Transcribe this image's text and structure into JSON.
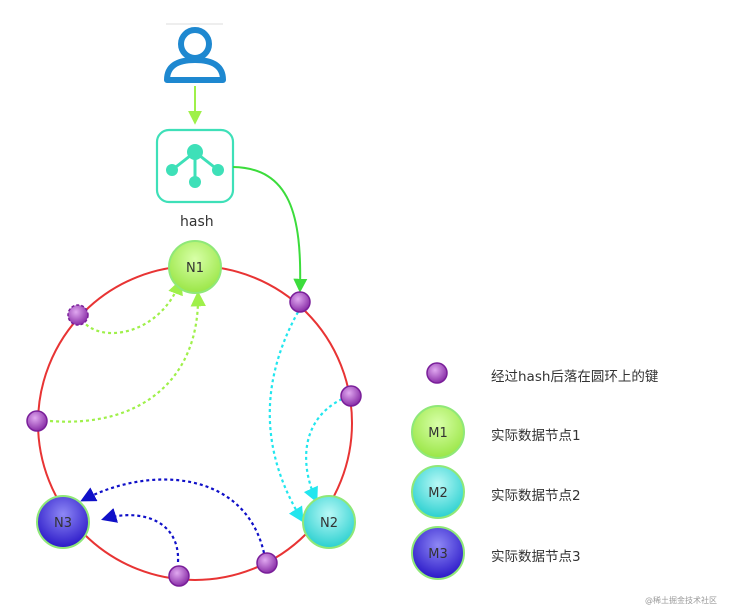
{
  "hash_label": "hash",
  "nodes": [
    {
      "label": "N1",
      "color": "#a8f04e"
    },
    {
      "label": "N2",
      "color": "#38d9d6"
    },
    {
      "label": "N3",
      "color": "#4b3fe0"
    }
  ],
  "legend": [
    {
      "symbol": "",
      "text": "经过hash后落在圆环上的键",
      "color": "#9b3fb5"
    },
    {
      "symbol": "M1",
      "text": "实际数据节点1",
      "color": "#a8f04e"
    },
    {
      "symbol": "M2",
      "text": "实际数据节点2",
      "color": "#38d9d6"
    },
    {
      "symbol": "M3",
      "text": "实际数据节点3",
      "color": "#4b3fe0"
    }
  ],
  "watermark": "@稀土掘金技术社区",
  "colors": {
    "ring": "#e83434",
    "user_icon": "#1e88d0",
    "hash_icon": "#3ee0b8",
    "arrow_green_light": "#9ff04a",
    "arrow_green": "#3cdc3c",
    "arrow_cyan": "#22e6ee",
    "arrow_blue": "#1010c8"
  }
}
